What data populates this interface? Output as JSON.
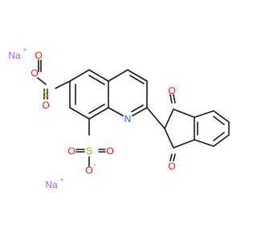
{
  "structure": {
    "atoms": {
      "sodium_top": "Na",
      "sodium_bottom": "Na",
      "sodium_charge": "+",
      "oxide_charge": "-",
      "oxygen": "O",
      "sulfur": "S",
      "nitrogen": "N"
    }
  },
  "colors": {
    "bond": "#1a1a1a",
    "oxygen": "#ff0d0d",
    "sulfur": "#b8a400",
    "nitrogen": "#3050f8",
    "sodium": "#ab5cf2"
  }
}
